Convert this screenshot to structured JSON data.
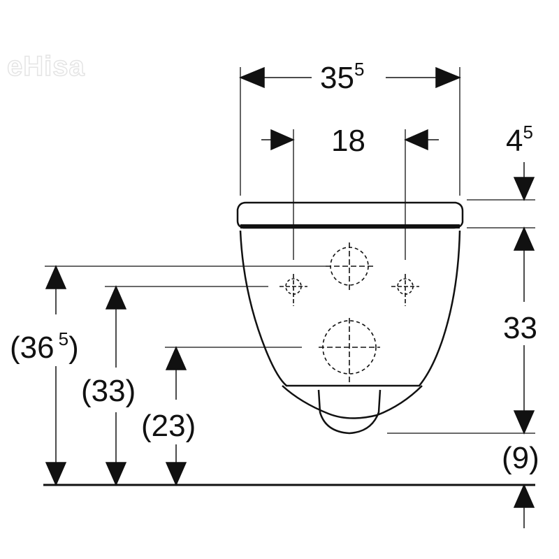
{
  "watermark": "eHisa",
  "dimensions": {
    "width_total": {
      "main": "35",
      "sup": "5"
    },
    "fixing_spacing": {
      "main": "18"
    },
    "seat_thickness": {
      "main": "4",
      "sup": "5"
    },
    "bowl_height": {
      "main": "33"
    },
    "outlet_to_floor": {
      "main": "(9)"
    },
    "upper_hole_height": {
      "main": "(36",
      "sup": "5",
      "close": ")"
    },
    "fixing_height": {
      "main": "(33)"
    },
    "outlet_height": {
      "main": "(23)"
    }
  },
  "colors": {
    "line": "#111111",
    "watermark": "#e4e4e4",
    "background": "#ffffff"
  }
}
